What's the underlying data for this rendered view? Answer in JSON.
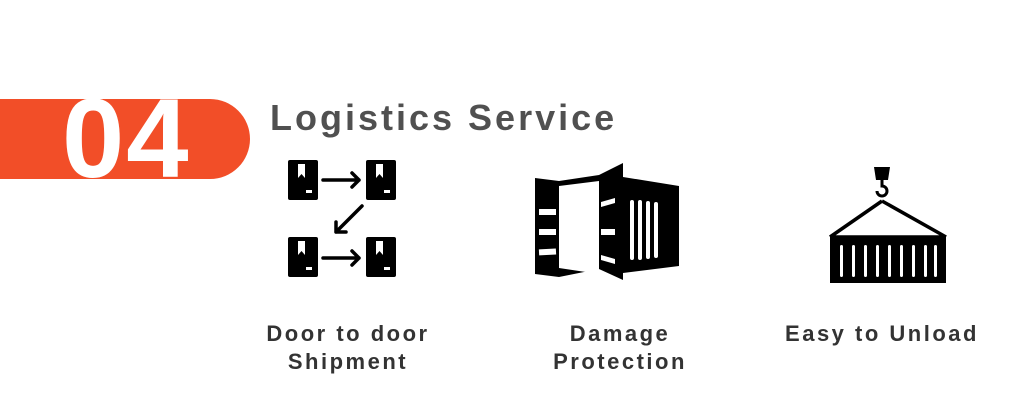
{
  "section_number": "04",
  "title": "Logistics Service",
  "accent_color": "#F24E28",
  "features": [
    {
      "icon": "door-to-door-boxes-icon",
      "label_line1": "Door to door",
      "label_line2": "Shipment"
    },
    {
      "icon": "open-container-icon",
      "label_line1": "Damage",
      "label_line2": "Protection"
    },
    {
      "icon": "crane-container-icon",
      "label_line1": "Easy to Unload",
      "label_line2": ""
    }
  ]
}
